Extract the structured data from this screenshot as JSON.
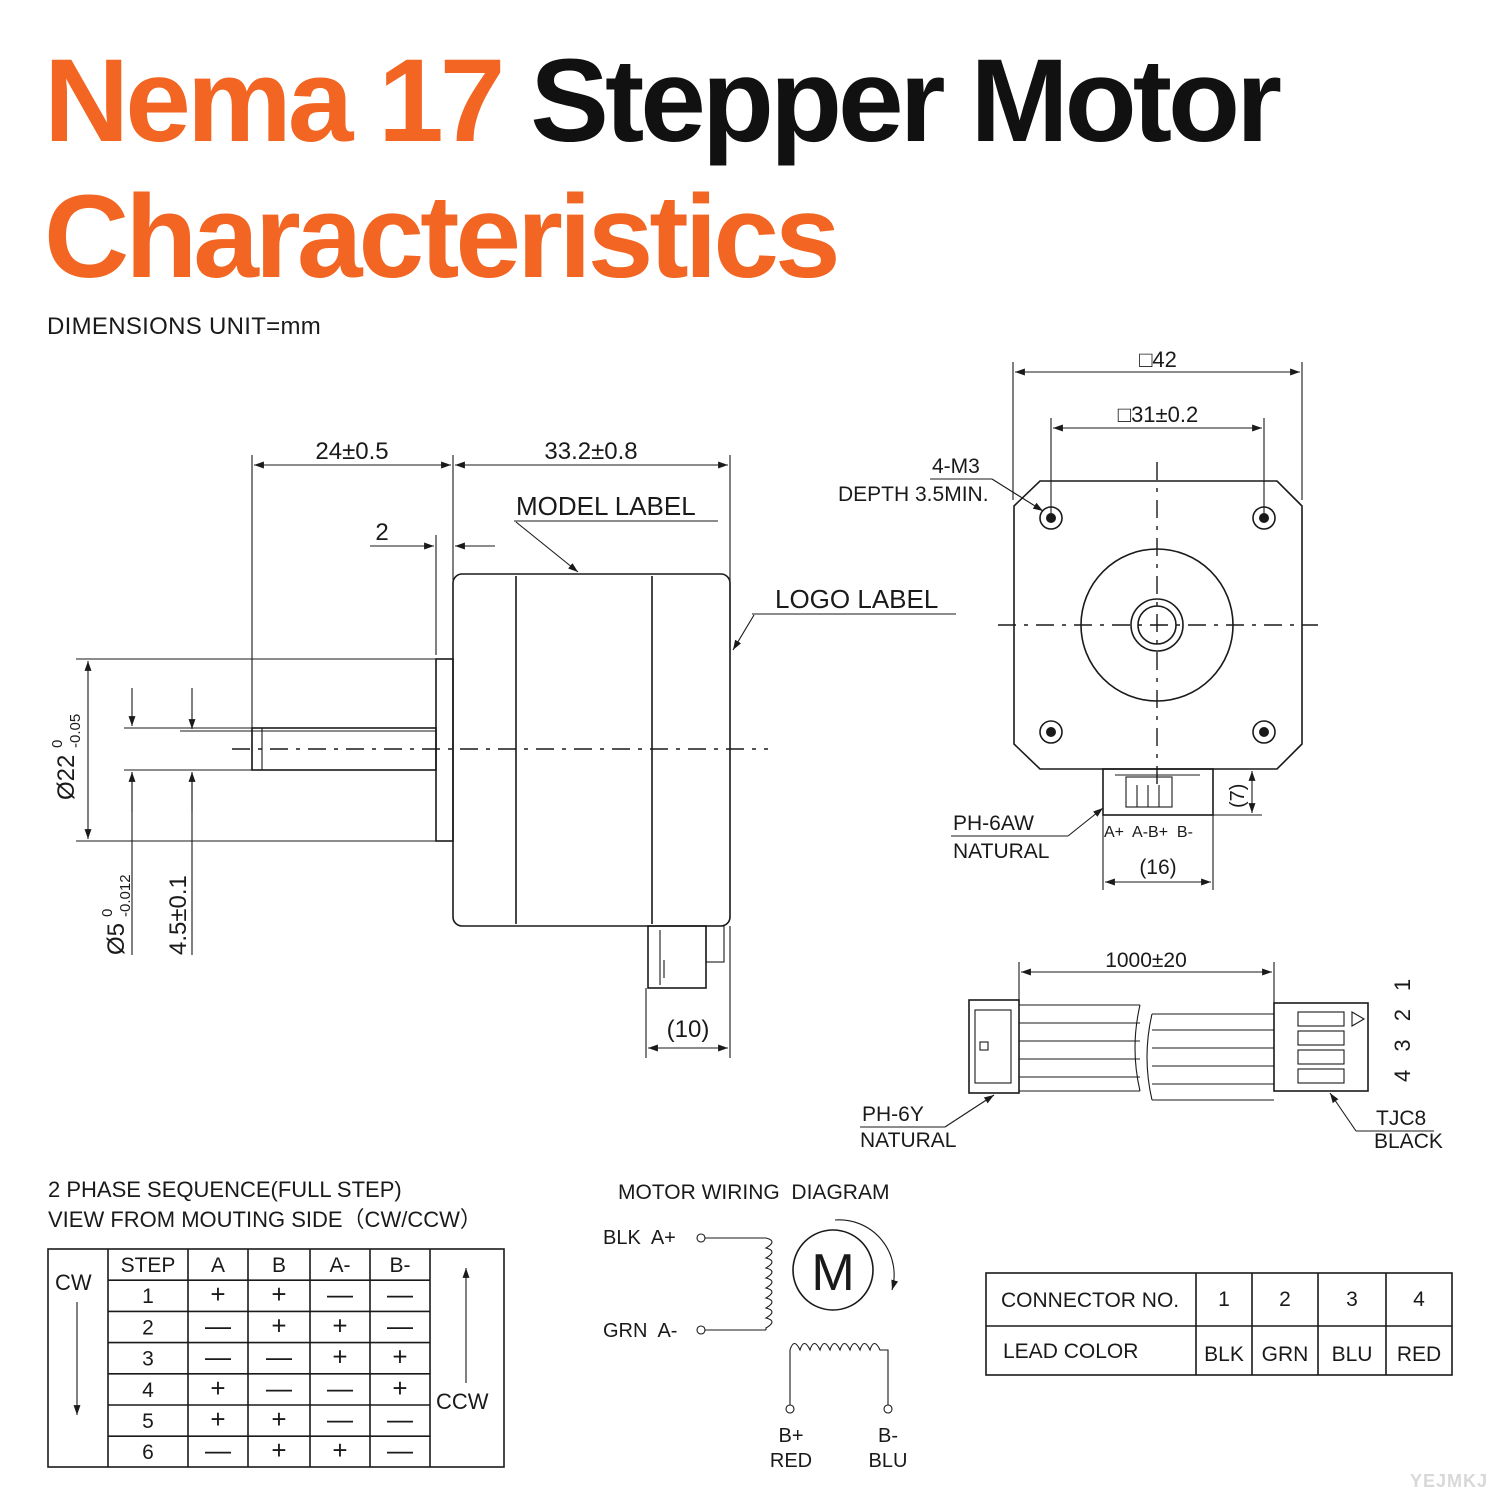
{
  "title": {
    "line1_orange": "Nema 17",
    "line1_black": "Stepper Motor",
    "line2": "Characteristics"
  },
  "subtitle": "DIMENSIONS UNIT=mm",
  "side_view": {
    "dim_shaft_length": "24±0.5",
    "dim_body_length": "33.2±0.8",
    "dim_boss": "2",
    "model_label": "MODEL LABEL",
    "logo_label": "LOGO LABEL",
    "dim_boss_diameter": "Ø22",
    "dim_boss_tol_upper": "0",
    "dim_boss_tol_lower": "-0.05",
    "dim_shaft_diameter": "Ø5",
    "dim_shaft_tol_upper": "0",
    "dim_shaft_tol_lower": "-0.012",
    "dim_flat": "4.5±0.1",
    "dim_connector": "(10)"
  },
  "front_view": {
    "dim_square": "□42",
    "dim_hole_spacing": "□31±0.2",
    "holes_label": "4-M3",
    "holes_depth": "DEPTH 3.5MIN.",
    "connector_offset": "(7)",
    "connector_type": "PH-6AW",
    "connector_color": "NATURAL",
    "pin_labels": "A+  A-B+  B-",
    "connector_width": "(16)"
  },
  "cable": {
    "length": "1000±20",
    "left_connector": "PH-6Y",
    "left_connector_color": "NATURAL",
    "right_connector": "TJC8",
    "right_connector_color": "BLACK",
    "pin_numbers": "4 3 2 1"
  },
  "phase_sequence": {
    "heading1": "2 PHASE SEQUENCE(FULL STEP)",
    "heading2": "VIEW FROM MOUTING SIDE（CW/CCW）",
    "cw_label": "CW",
    "ccw_label": "CCW",
    "headers": [
      "STEP",
      "A",
      "B",
      "A-",
      "B-"
    ],
    "rows": [
      [
        "1",
        "+",
        "+",
        "—",
        "—"
      ],
      [
        "2",
        "—",
        "+",
        "+",
        "—"
      ],
      [
        "3",
        "—",
        "—",
        "+",
        "+"
      ],
      [
        "4",
        "+",
        "—",
        "—",
        "+"
      ],
      [
        "5",
        "+",
        "+",
        "—",
        "—"
      ],
      [
        "6",
        "—",
        "+",
        "+",
        "—"
      ]
    ]
  },
  "wiring": {
    "heading": "MOTOR WIRING  DIAGRAM",
    "a_plus": "BLK  A+",
    "a_minus": "GRN  A-",
    "motor_symbol": "M",
    "b_plus": "B+",
    "b_plus_color": "RED",
    "b_minus": "B-",
    "b_minus_color": "BLU"
  },
  "connector_table": {
    "row1_label": "CONNECTOR NO.",
    "row1_values": [
      "1",
      "2",
      "3",
      "4"
    ],
    "row2_label": "LEAD COLOR",
    "row2_values": [
      "BLK",
      "GRN",
      "BLU",
      "RED"
    ]
  },
  "watermark": "YEJMKJ",
  "colors": {
    "accent": "#f26522",
    "ink": "#1a1a1a"
  }
}
